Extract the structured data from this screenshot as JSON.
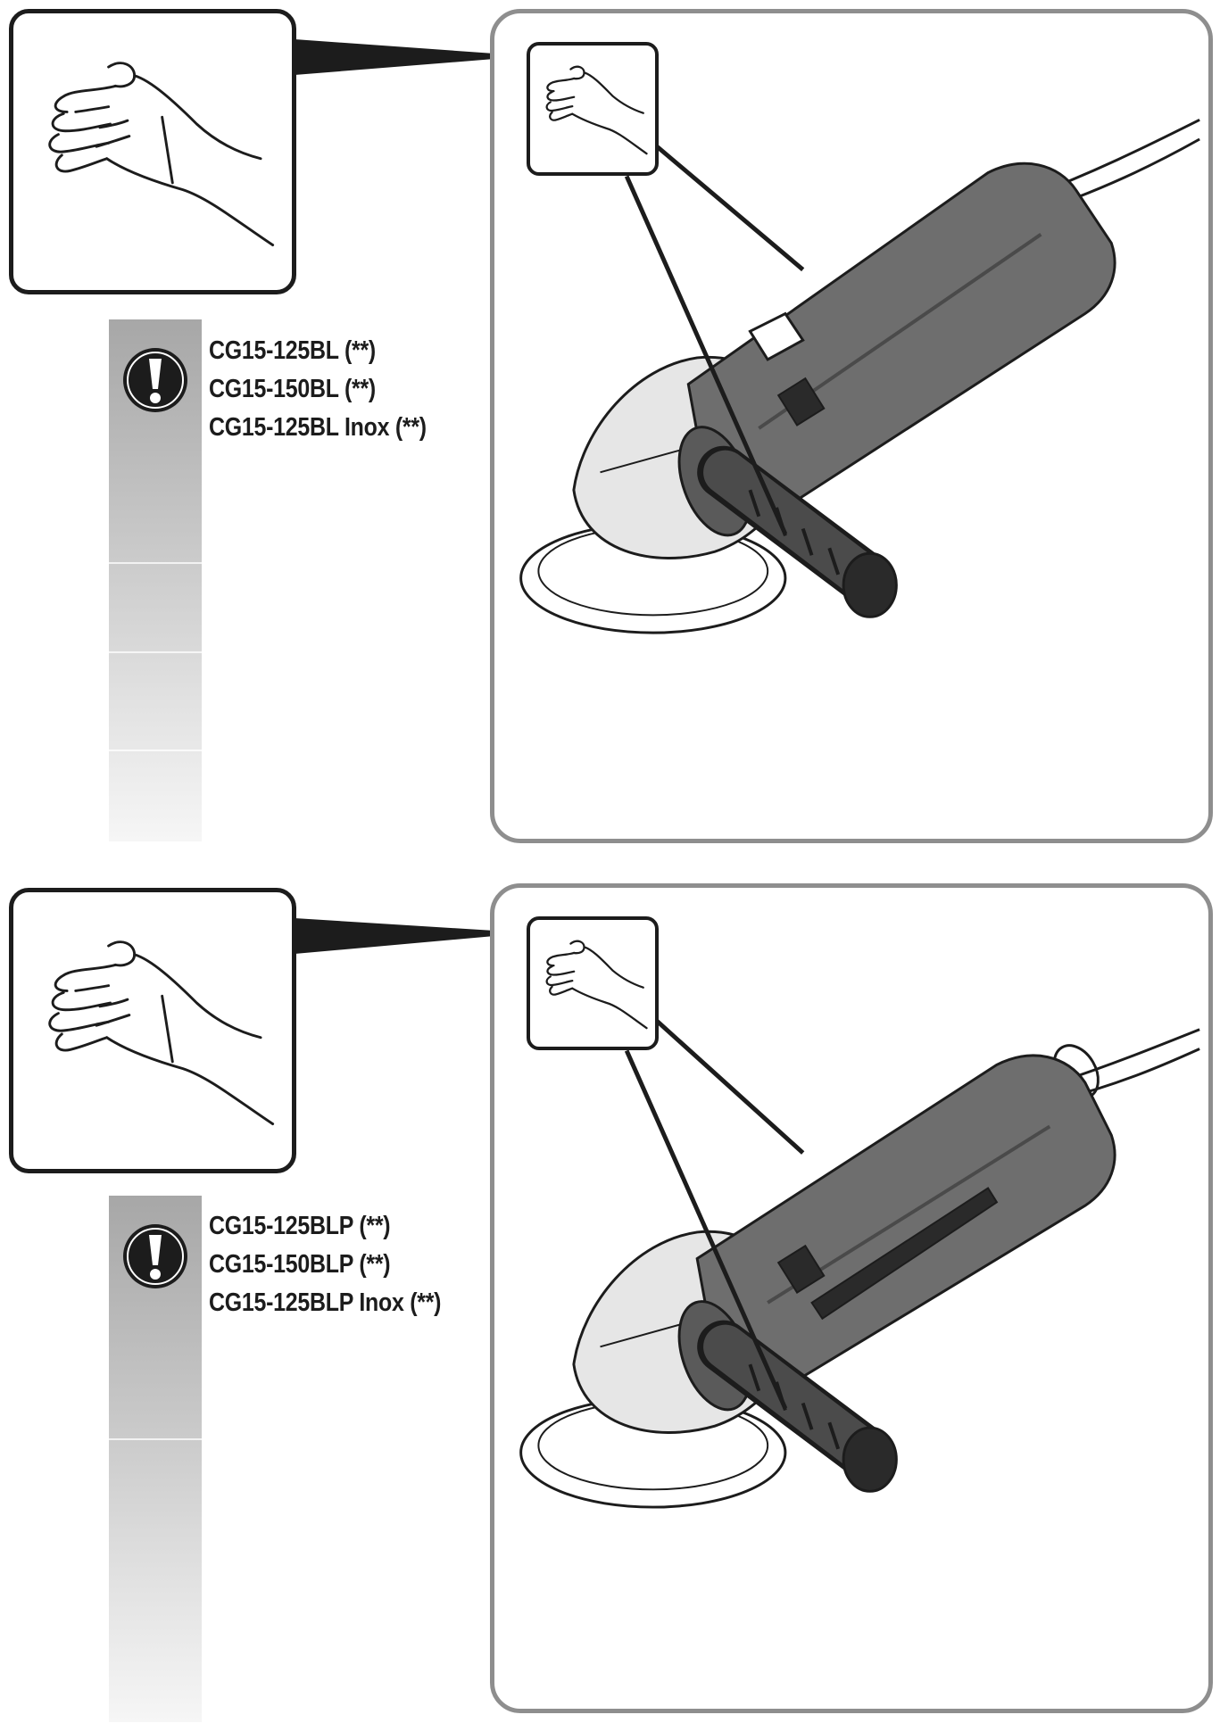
{
  "sections": [
    {
      "models": [
        "CG15-125BL (**)",
        "CG15-150BL (**)",
        "CG15-125BL Inox (**)"
      ],
      "icons": {
        "warning": "exclamation-icon",
        "hand": "flat-hand-icon",
        "tool": "angle-grinder-illustration"
      }
    },
    {
      "models": [
        "CG15-125BLP (**)",
        "CG15-150BLP (**)",
        "CG15-125BLP Inox (**)"
      ],
      "icons": {
        "warning": "exclamation-icon",
        "hand": "flat-hand-icon",
        "tool": "angle-grinder-illustration"
      }
    }
  ],
  "colors": {
    "ink": "#1c1c1c",
    "frame_border": "#8e8e8e",
    "warning_strip_top": "#a7a7a7",
    "warning_strip_bottom": "#f6f6f6",
    "grinder_body": "#6e6e6e"
  }
}
